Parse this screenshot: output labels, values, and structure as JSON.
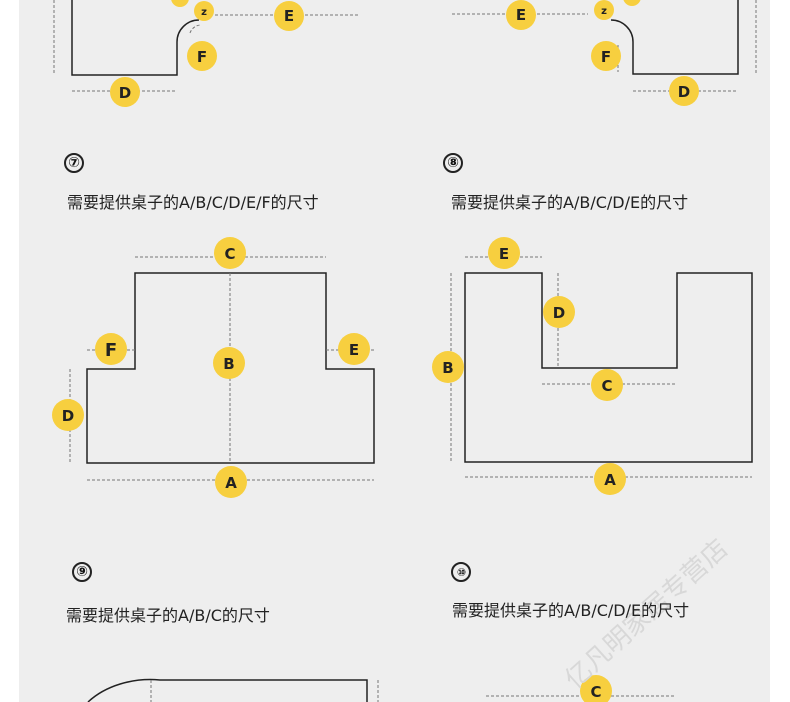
{
  "sections": [
    {
      "number": "⑦",
      "caption": "需要提供桌子的A/B/C/D/E/F的尺寸"
    },
    {
      "number": "⑧",
      "caption": "需要提供桌子的A/B/C/D/E的尺寸"
    },
    {
      "number": "⑨",
      "caption": "需要提供桌子的A/B/C的尺寸"
    },
    {
      "number": "⑩",
      "caption": "需要提供桌子的A/B/C/D/E的尺寸"
    }
  ],
  "top_left_labels": {
    "e": "E",
    "z": "z",
    "f": "F",
    "d": "D"
  },
  "top_right_labels": {
    "e": "E",
    "z": "z",
    "f": "F",
    "d": "D"
  },
  "fig7_labels": {
    "c": "C",
    "f": "F",
    "b": "B",
    "e": "E",
    "d": "D",
    "a": "A"
  },
  "fig8_labels": {
    "e": "E",
    "d": "D",
    "b": "B",
    "c": "C",
    "a": "A"
  },
  "fig10_labels": {
    "c": "C"
  },
  "watermark": "亿凡明家居专营店"
}
